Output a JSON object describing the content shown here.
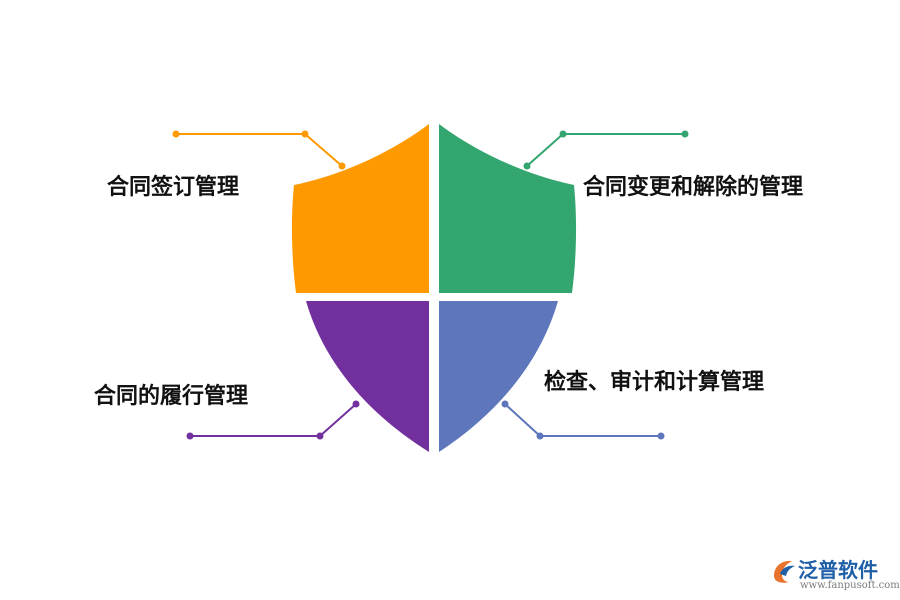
{
  "labels": {
    "top_left": "合同签订管理",
    "top_right": "合同变更和解除的管理",
    "bottom_left": "合同的履行管理",
    "bottom_right": "检查、审计和计算管理"
  },
  "colors": {
    "top_left": "#FF9900",
    "top_right": "#33A56F",
    "bottom_left": "#72309E",
    "bottom_right": "#5E77BC"
  },
  "watermark": {
    "brand": "泛普软件",
    "url": "www.fanpusoft.com"
  }
}
